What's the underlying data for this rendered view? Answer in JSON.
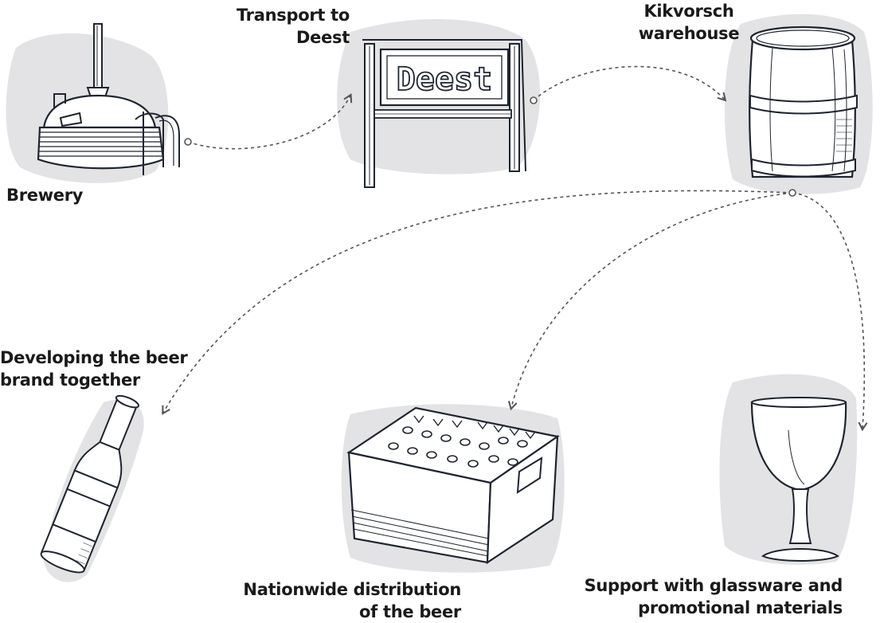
{
  "labels": {
    "brewery": [
      "Brewery"
    ],
    "transport": [
      "Transport to",
      "Deest"
    ],
    "sign_text": "Deest",
    "warehouse": [
      "Kikvorsch",
      "warehouse"
    ],
    "developing": [
      "Developing the beer",
      "brand together"
    ],
    "nationwide": [
      "Nationwide distribution",
      "of the beer"
    ],
    "support": [
      "Support with glassware and",
      "promotional materials"
    ]
  },
  "colors": {
    "ink": "#1f2430",
    "wash": "#e3e3e5",
    "arrow": "#555555"
  }
}
